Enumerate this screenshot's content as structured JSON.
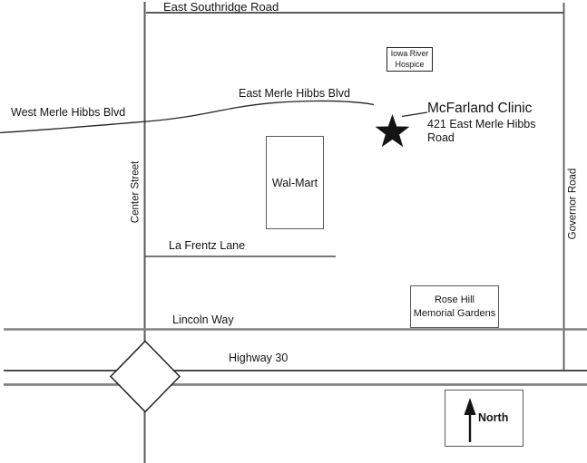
{
  "colors": {
    "ink": "#141414",
    "road-dark": "#242424",
    "road-gray": "#828282",
    "road-mid": "#4a4a4a",
    "box-border": "#595959",
    "bg": "#ffffff"
  },
  "roads": {
    "east_southridge": "East Southridge Road",
    "east_merle_hibbs": "East Merle Hibbs Blvd",
    "west_merle_hibbs": "West Merle Hibbs Blvd",
    "center_street": "Center Street",
    "governor_road": "Governor Road",
    "la_frentz_lane": "La Frentz Lane",
    "lincoln_way": "Lincoln Way",
    "highway_30": "Highway 30"
  },
  "places": {
    "hospice": {
      "line1": "Iowa River",
      "line2": "Hospice"
    },
    "walmart": {
      "name": "Wal-Mart"
    },
    "rose_hill": {
      "line1": "Rose Hill",
      "line2": "Memorial Gardens"
    },
    "clinic": {
      "name": "McFarland Clinic",
      "address1": "421 East Merle Hibbs",
      "address2": "Road"
    }
  },
  "compass": {
    "north": "North"
  },
  "icons": {
    "star": "location-star-icon",
    "north_arrow": "north-arrow-icon",
    "interchange": "highway-interchange-diamond-icon"
  }
}
